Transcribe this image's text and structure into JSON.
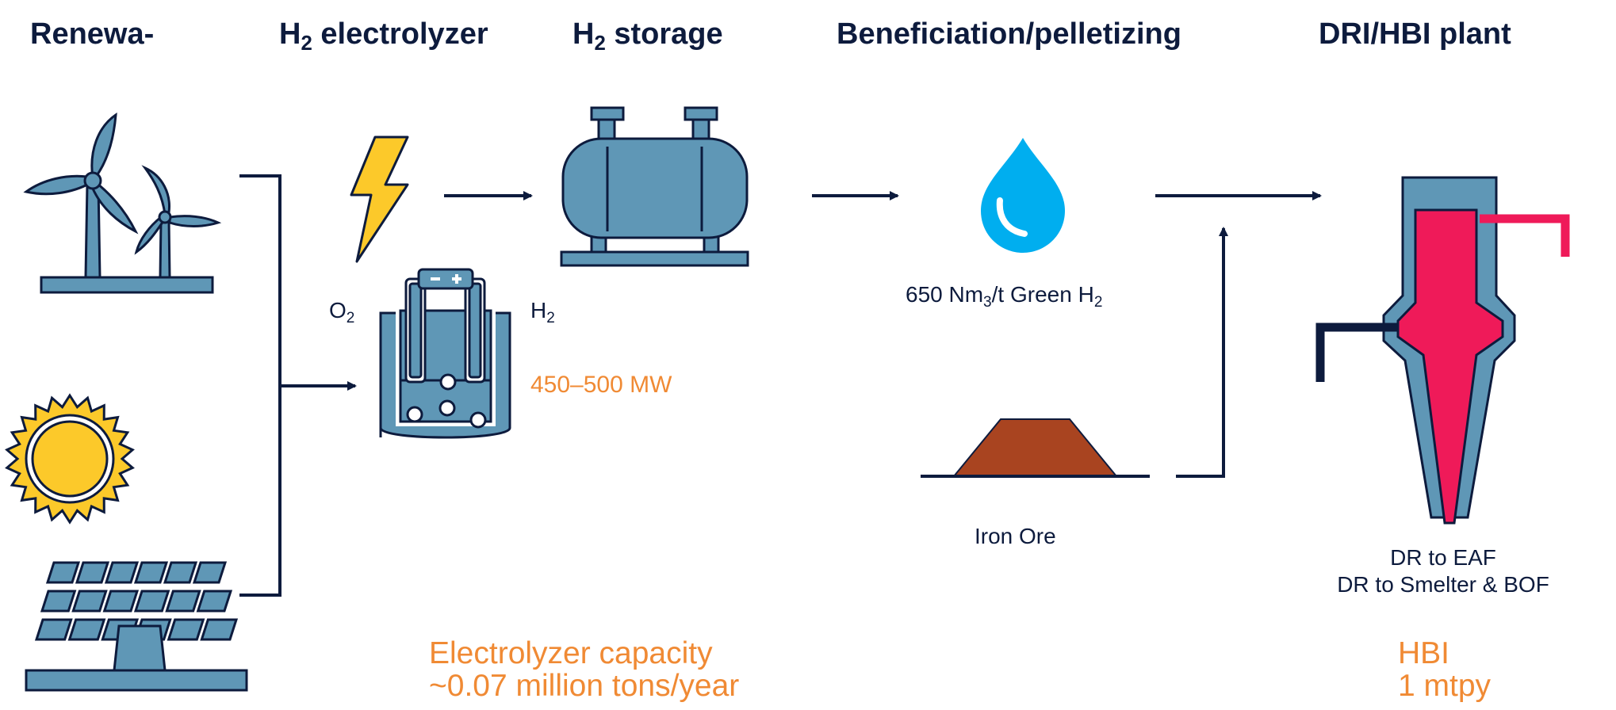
{
  "headers": {
    "renewables": "Renewa-",
    "electrolyzer_prefix": "H",
    "electrolyzer_sub": "2",
    "electrolyzer_rest": " electrolyzer",
    "storage_prefix": "H",
    "storage_sub": "2",
    "storage_rest": " storage",
    "beneficiation": "Beneficiation/pelletizing",
    "plant": "DRI/HBI plant"
  },
  "labels": {
    "o2_main": "O",
    "o2_sub": "2",
    "h2_main": "H",
    "h2_sub": "2",
    "power": "450–500 MW",
    "h2_need_pre": "650 Nm",
    "h2_need_sub": "3",
    "h2_need_mid": "/t Green H",
    "h2_need_sub2": "2",
    "iron_ore": "Iron Ore",
    "route1": "DR to EAF",
    "route2": "DR to Smelter & BOF",
    "capacity_line1": "Electrolyzer capacity",
    "capacity_line2": "~0.07 million tons/year",
    "product_line1": "HBI",
    "product_line2": "1 mtpy"
  },
  "colors": {
    "navy": "#0d1b3d",
    "steel_blue": "#5f97b6",
    "yellow": "#fcc92a",
    "orange": "#f08a34",
    "water": "#00aeef",
    "ore": "#a94420",
    "magenta": "#ef1a59"
  },
  "icons": [
    "wind-turbine-icon",
    "sun-icon",
    "solar-panel-icon",
    "lightning-icon",
    "electrolyzer-icon",
    "storage-tank-icon",
    "water-drop-icon",
    "ore-pile-icon",
    "shaft-furnace-icon"
  ]
}
